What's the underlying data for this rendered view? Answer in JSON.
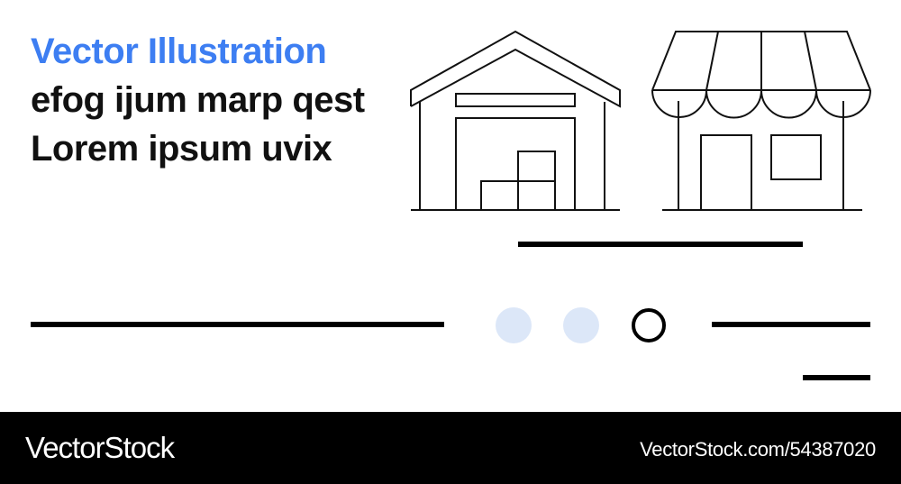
{
  "headline": {
    "accent": "Vector Illustration",
    "body": "efog ijum marp qest Lorem ipsum uvix"
  },
  "colors": {
    "accent": "#3d7ef2",
    "dot_fill": "#dce7f8",
    "ink": "#111111",
    "footer_bg": "#000000"
  },
  "icons": [
    "warehouse-icon",
    "storefront-icon"
  ],
  "footer": {
    "brand": "VectorStock",
    "url": "VectorStock.com/54387020"
  }
}
